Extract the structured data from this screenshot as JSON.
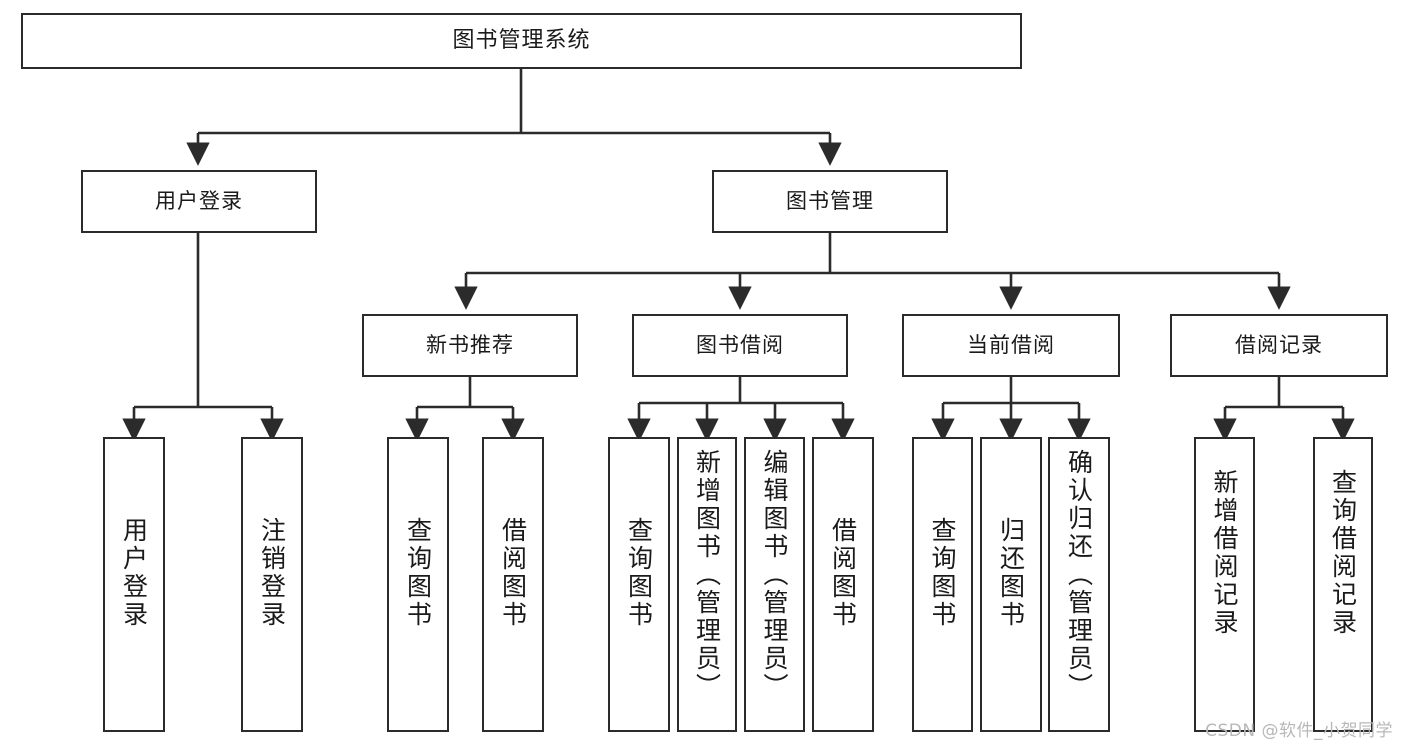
{
  "diagram": {
    "type": "tree-hierarchy-chart",
    "title": "图书管理系统",
    "stroke_color": "#2b2b2b",
    "background_color": "#ffffff",
    "root": {
      "id": "root",
      "label": "图书管理系统"
    },
    "level2": [
      {
        "id": "user-login",
        "label": "用户登录"
      },
      {
        "id": "book-management",
        "label": "图书管理"
      }
    ],
    "level3": [
      {
        "id": "new-book-recommend",
        "label": "新书推荐"
      },
      {
        "id": "book-borrow",
        "label": "图书借阅"
      },
      {
        "id": "current-borrow",
        "label": "当前借阅"
      },
      {
        "id": "borrow-record",
        "label": "借阅记录"
      }
    ],
    "leaves": {
      "user_login": [
        {
          "id": "leaf-user-login",
          "label": "用户登录"
        },
        {
          "id": "leaf-logout-login",
          "label": "注销登录"
        }
      ],
      "new_book_recommend": [
        {
          "id": "leaf-query-book-1",
          "label": "查询图书"
        },
        {
          "id": "leaf-borrow-book-1",
          "label": "借阅图书"
        }
      ],
      "book_borrow": [
        {
          "id": "leaf-query-book-2",
          "label": "查询图书"
        },
        {
          "id": "leaf-add-book",
          "label": "新增图书（管理员）"
        },
        {
          "id": "leaf-edit-book",
          "label": "编辑图书（管理员）"
        },
        {
          "id": "leaf-borrow-book-2",
          "label": "借阅图书"
        }
      ],
      "current_borrow": [
        {
          "id": "leaf-query-book-3",
          "label": "查询图书"
        },
        {
          "id": "leaf-return-book",
          "label": "归还图书"
        },
        {
          "id": "leaf-confirm-return",
          "label": "确认归还（管理员）"
        }
      ],
      "borrow_record": [
        {
          "id": "leaf-add-record",
          "label": "新增借阅记录"
        },
        {
          "id": "leaf-query-record",
          "label": "查询借阅记录"
        }
      ]
    }
  },
  "watermark": {
    "text": "CSDN @软件_小贺同学"
  }
}
